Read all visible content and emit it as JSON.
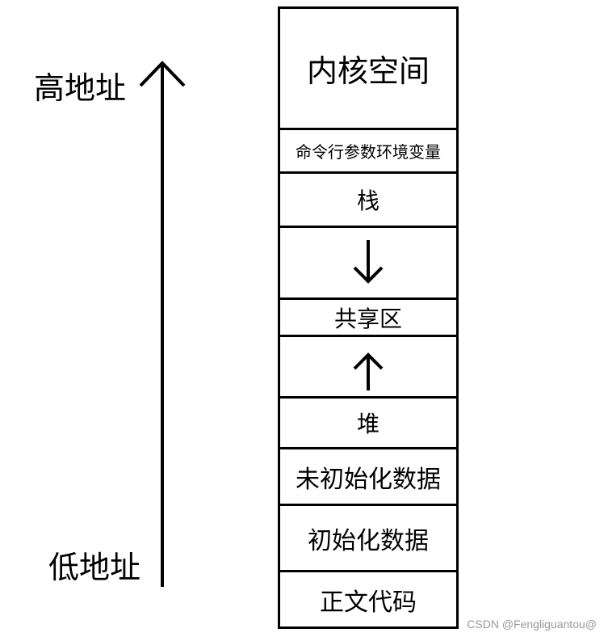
{
  "left_labels": {
    "high": "高地址",
    "low": "低地址"
  },
  "segments": [
    {
      "id": "kernel",
      "label": "内核空间"
    },
    {
      "id": "cmdline-env",
      "label": "命令行参数环境变量"
    },
    {
      "id": "stack",
      "label": "栈"
    },
    {
      "id": "stack-growth",
      "label": "",
      "arrow": "down"
    },
    {
      "id": "shared",
      "label": "共享区"
    },
    {
      "id": "heap-growth",
      "label": "",
      "arrow": "up"
    },
    {
      "id": "heap",
      "label": "堆"
    },
    {
      "id": "bss",
      "label": "未初始化数据"
    },
    {
      "id": "data",
      "label": "初始化数据"
    },
    {
      "id": "text",
      "label": "正文代码"
    }
  ],
  "watermark": "CSDN @Fengliguantou@"
}
